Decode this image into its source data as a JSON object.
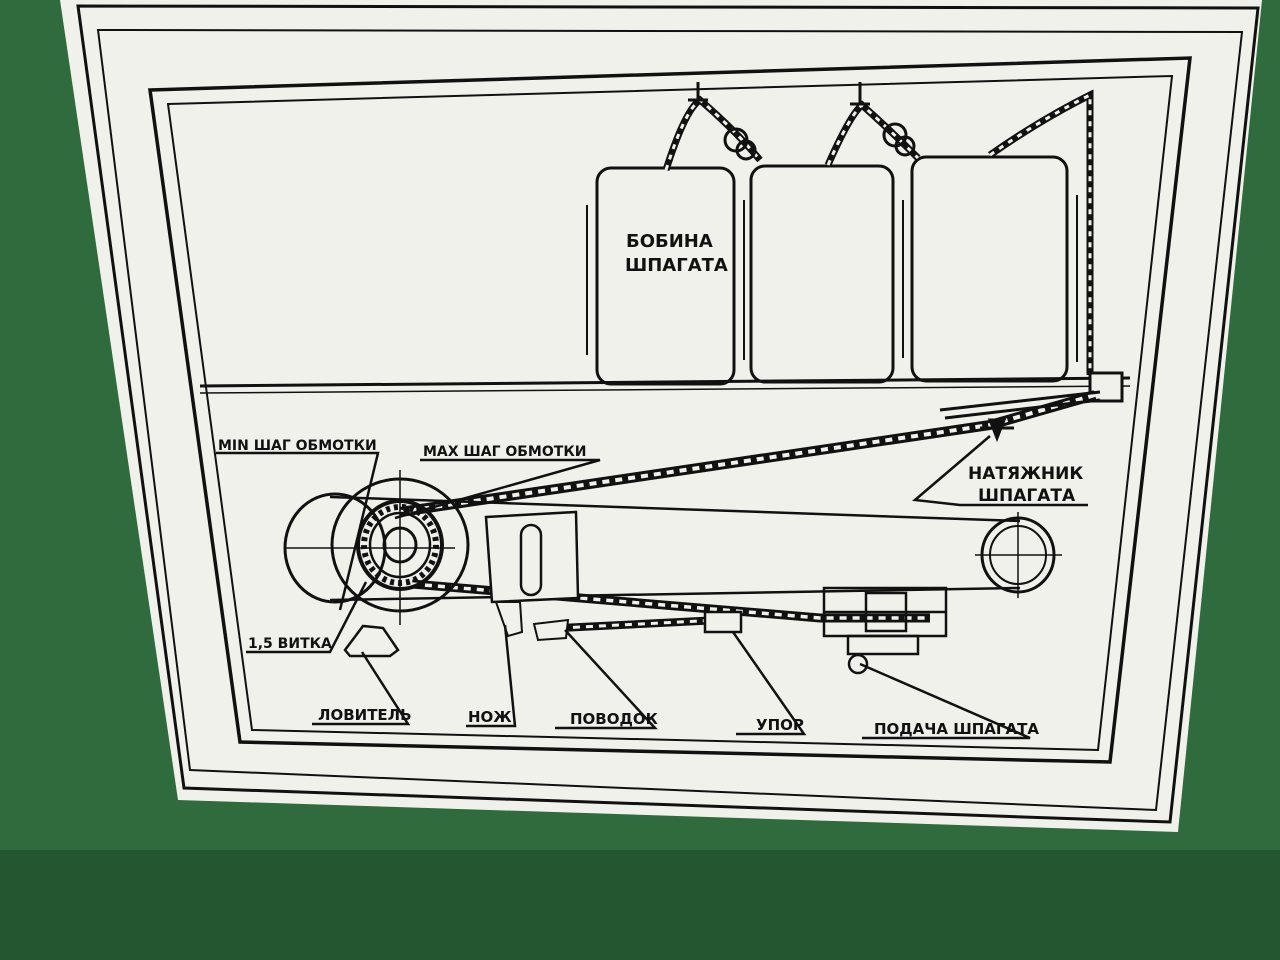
{
  "colors": {
    "panel": "#2f6b3c",
    "panel_dark": "#24562f",
    "sticker": "#f1f1ec",
    "ink": "#111111",
    "twine": "#111111"
  },
  "labels": {
    "bobbin": [
      "БОБИНА",
      "ШПАГАТА"
    ],
    "min_pitch": "MIN ШАГ ОБМОТКИ",
    "max_pitch": "MAX ШАГ ОБМОТКИ",
    "tensioner": [
      "НАТЯЖНИК",
      "ШПАГАТА"
    ],
    "turns": "1,5 ВИТКА",
    "catcher": "ЛОВИТЕЛЬ",
    "knife": "НОЖ",
    "lead": "ПОВОДОК",
    "stop": "УПОР",
    "feed": "ПОДАЧА ШПАГАТА"
  }
}
